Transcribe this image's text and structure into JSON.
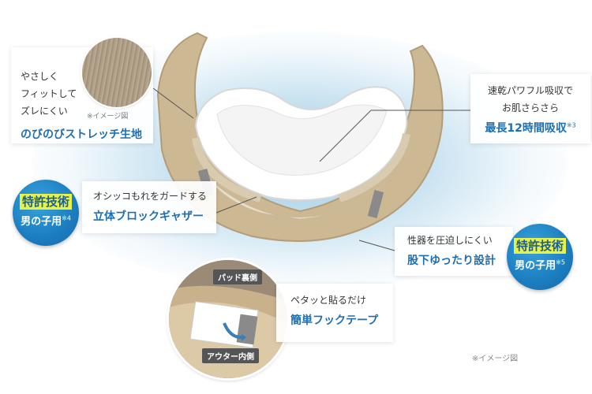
{
  "stretch": {
    "line1": "やさしく",
    "line2": "フィットして",
    "line3": "ズレにくい",
    "note": "※イメージ図",
    "title": "のびのびストレッチ生地"
  },
  "absorb": {
    "line1": "速乾パワフル吸収で",
    "line2": "お肌さらさら",
    "title": "最長12時間吸収",
    "footnote_mark": "※3"
  },
  "gather": {
    "line1": "オシッコもれをガードする",
    "title": "立体ブロックギャザー"
  },
  "badge_left": {
    "highlight": "特許技術",
    "sub": "男の子用",
    "footnote_mark": "※4"
  },
  "crotch": {
    "line1": "性器を圧迫しにくい",
    "title": "股下ゆったり設計"
  },
  "badge_right": {
    "highlight": "特許技術",
    "sub": "男の子用",
    "footnote_mark": "※5"
  },
  "tape": {
    "line1": "ペタッと貼るだけ",
    "title": "簡単フックテープ"
  },
  "zoom": {
    "tag_pad": "パッド裏側",
    "tag_outer": "アウター内側"
  },
  "footnote": "※イメージ図",
  "colors": {
    "accent_blue": "#1f6fae",
    "badge_blue": "#1b7dbf",
    "highlight_yellow": "#e6f24a",
    "fabric_beige": "#cdb894"
  }
}
